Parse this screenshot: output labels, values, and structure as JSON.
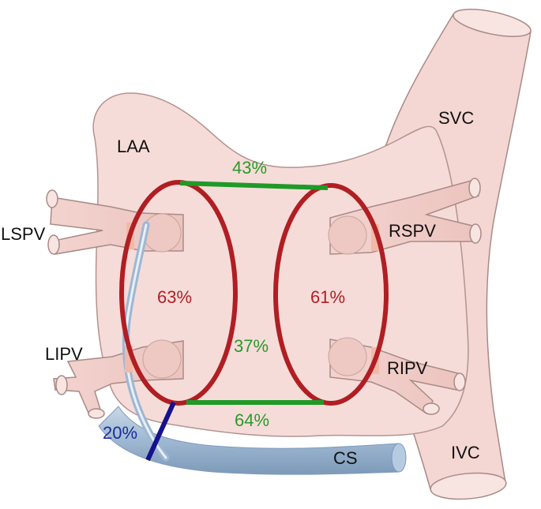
{
  "labels": {
    "laa": "LAA",
    "svc": "SVC",
    "lspv": "LSPV",
    "rspv": "RSPV",
    "lipv": "LIPV",
    "ripv": "RIPV",
    "ivc": "IVC",
    "cs": "CS"
  },
  "percentages": {
    "roof_line": "43%",
    "left_encircle": "63%",
    "right_encircle": "61%",
    "posterior_box": "37%",
    "floor_line": "64%",
    "mitral_line": "20%"
  },
  "colors": {
    "atrium_fill": "#f6dcd8",
    "atrium_stroke": "#b39390",
    "encircle_line": "#b01e23",
    "linear_lesion": "#1f9a28",
    "mitral_lesion": "#16128c",
    "catheter": "#9db7d3",
    "green_text": "#2a9a2a",
    "red_text": "#b02025",
    "blue_text": "#1a2b9e"
  }
}
